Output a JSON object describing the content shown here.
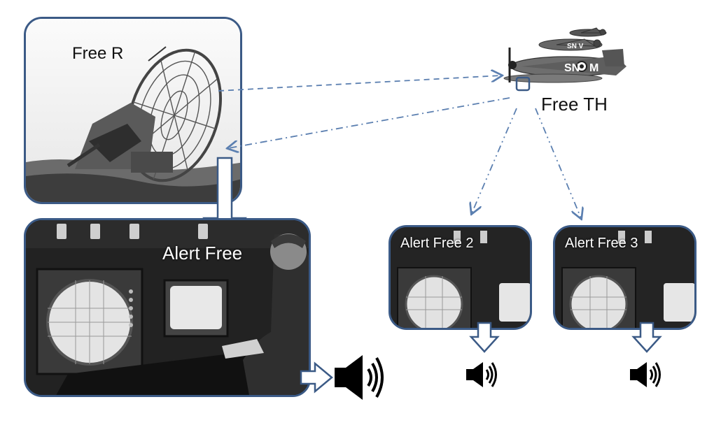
{
  "radar": {
    "label": "Free R"
  },
  "aircraft": {
    "label": "Free TH",
    "codes": [
      "SN◎M",
      "SN◎V"
    ]
  },
  "alerts": [
    {
      "label": "Alert Free"
    },
    {
      "label": "Alert Free 2"
    },
    {
      "label": "Alert Free 3"
    }
  ],
  "colors": {
    "border": "#3b5a86",
    "arrow": "#5b7fb0"
  },
  "icons": {
    "speaker": "speaker-icon",
    "down_arrow": "block-arrow-down",
    "right_arrow": "block-arrow-right"
  }
}
